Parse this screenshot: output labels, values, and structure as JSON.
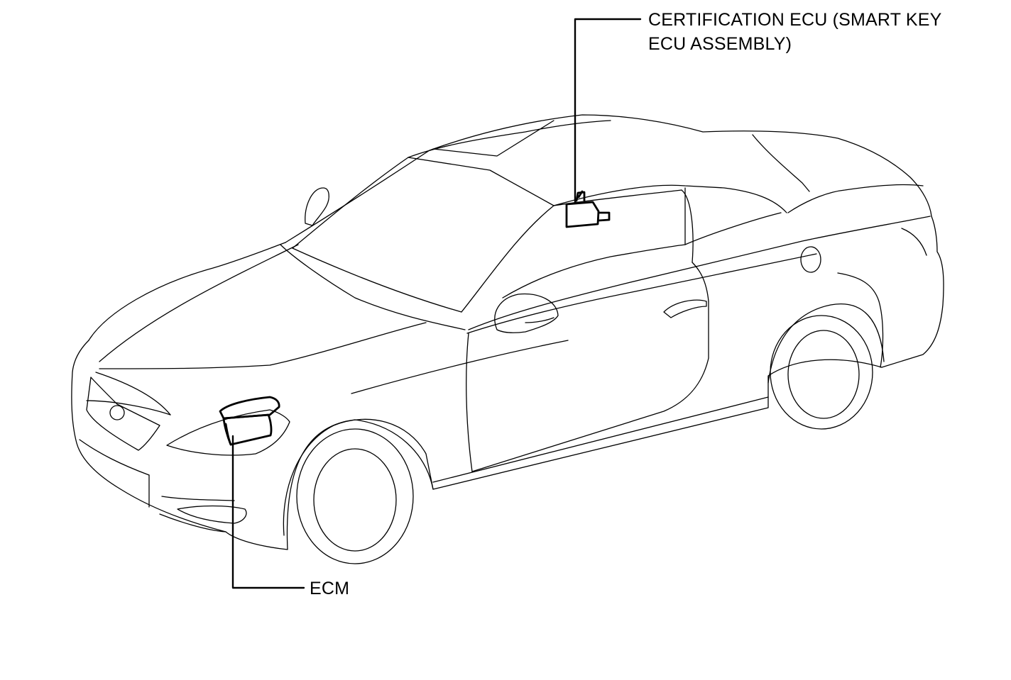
{
  "labels": {
    "certification_ecu": {
      "line1": "CERTIFICATION ECU (SMART KEY",
      "line2": "ECU ASSEMBLY)"
    },
    "ecm": "ECM"
  },
  "colors": {
    "line": "#000000",
    "background": "#ffffff"
  }
}
